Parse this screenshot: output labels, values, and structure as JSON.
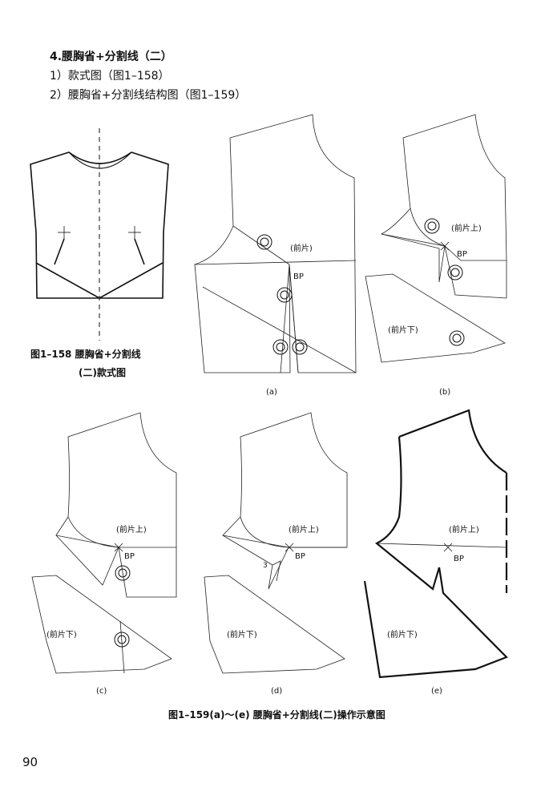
{
  "heading": "4.腰胸省+分割线（二）",
  "items": [
    "1）款式图（图1–158）",
    "2）腰胸省+分割线结构图（图1–159）"
  ],
  "fig158": {
    "caption_line1": "图1–158  腰胸省+分割线",
    "caption_line2": "(二)款式图"
  },
  "panels": {
    "a": {
      "tag": "(a)",
      "label_front": "(前片)",
      "bp": "BP"
    },
    "b": {
      "tag": "(b)",
      "label_upper": "(前片上)",
      "label_lower": "(前片下)",
      "bp": "BP"
    },
    "c": {
      "tag": "(c)",
      "label_upper": "(前片上)",
      "label_lower": "(前片下)",
      "bp": "BP"
    },
    "d": {
      "tag": "(d)",
      "label_upper": "(前片上)",
      "label_lower": "(前片下)",
      "bp": "BP",
      "mark": "3"
    },
    "e": {
      "tag": "(e)",
      "label_upper": "(前片上)",
      "label_lower": "(前片下)",
      "bp": "BP"
    }
  },
  "fig159_caption": "图1–159(a)～(e) 腰胸省+分割线(二)操作示意图",
  "page_number": "90"
}
